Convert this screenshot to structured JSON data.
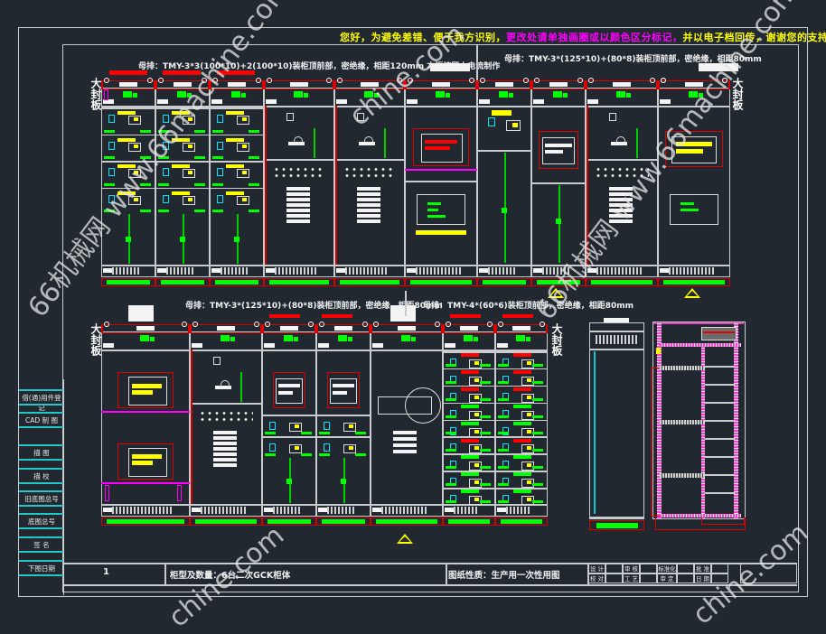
{
  "banner": {
    "part1": "您好，为避免差错、便于我方识别，",
    "part2": "更改处请单独画圈或以颜色区分标记，",
    "part3": "并以电子档回传，谢谢您的支持！",
    "colors": {
      "part1": "#ffff00",
      "part2": "#ff00ff",
      "part3": "#ffff00"
    }
  },
  "top_section": {
    "busbar_left": "母排：TMY-3*3(100*10)+2(100*10)装柜顶前部，密绝缘，相距120mm 本柜按照大电流制作",
    "busbar_right": "母排：TMY-3*(125*10)+(80*8)装柜顶前部，密绝缘，相距80mm",
    "side_plate_left": "大封板",
    "side_plate_right": "大封板"
  },
  "bottom_section": {
    "busbar_left": "母排：TMY-3*(125*10)+(80*8)装柜顶前部，密绝缘，相距80mm",
    "busbar_right": "母排：TMY-4*(60*6)装柜顶前部，密绝缘，相距80mm",
    "side_plate_left": "大封板",
    "side_plate_right": "大封板"
  },
  "watermarks": [
    "66机械网 www.66machine.com",
    "66机械网 www.66machine.com",
    "chine.com",
    "chine.com",
    "chine.com"
  ],
  "left_panel": {
    "labels": [
      "借(通)用件登记",
      "CAD 制 图",
      "描 图",
      "描 校",
      "旧底图总号",
      "底图总号",
      "签 名",
      "下图日期"
    ]
  },
  "title_block": {
    "sheet_number": "1",
    "cabinet_info": "柜型及数量：6台二次GCK柜体",
    "drawing_nature": "图纸性质：生产用一次性用图",
    "signoff": [
      [
        "设 计",
        "",
        "审 核",
        "",
        "标准化",
        "",
        "批 准",
        ""
      ],
      [
        "校 对",
        "",
        "工 艺",
        "",
        "审 定",
        "",
        "日 期",
        ""
      ]
    ]
  },
  "icons": {
    "warning_marker": "triangle-icon"
  }
}
